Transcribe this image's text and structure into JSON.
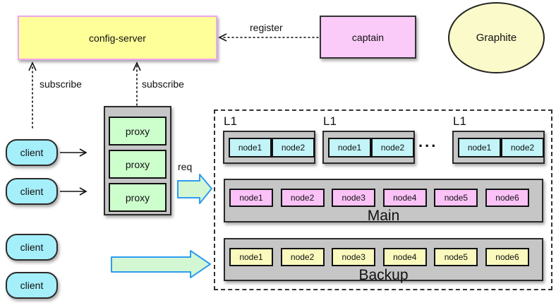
{
  "diagram": {
    "config_server": "config-server",
    "captain": "captain",
    "graphite": "Graphite",
    "labels": {
      "register": "register",
      "subscribe_left": "subscribe",
      "subscribe_right": "subscribe",
      "req": "req",
      "ellipsis": "..."
    },
    "clients": [
      "client",
      "client",
      "client",
      "client"
    ],
    "proxies": [
      "proxy",
      "proxy",
      "proxy"
    ],
    "l1_groups": [
      {
        "label": "L1",
        "nodes": [
          "node1",
          "node2"
        ]
      },
      {
        "label": "L1",
        "nodes": [
          "node1",
          "node2"
        ]
      },
      {
        "label": "L1",
        "nodes": [
          "node1",
          "node2"
        ]
      }
    ],
    "main": {
      "label": "Main",
      "nodes": [
        "node1",
        "node2",
        "node3",
        "node4",
        "node5",
        "node6"
      ]
    },
    "backup": {
      "label": "Backup",
      "nodes": [
        "node1",
        "node2",
        "node3",
        "node4",
        "node5",
        "node6"
      ]
    },
    "colors": {
      "config_server_fill": "#FFFF99",
      "config_server_border": "#F0A6EE",
      "captain_fill": "#FACAF8",
      "graphite_fill": "#FAFACA",
      "container_fill": "#C6C6C6",
      "proxy_fill": "#CCFFCC",
      "client_fill": "#A5EFFB",
      "l1_node_fill": "#C2F4F8",
      "main_node_fill": "#FBC2F8",
      "backup_node_fill": "#FAFABE",
      "block_arrow_fill": "#D2F7D2",
      "block_arrow_border": "#2E9BF0"
    }
  }
}
